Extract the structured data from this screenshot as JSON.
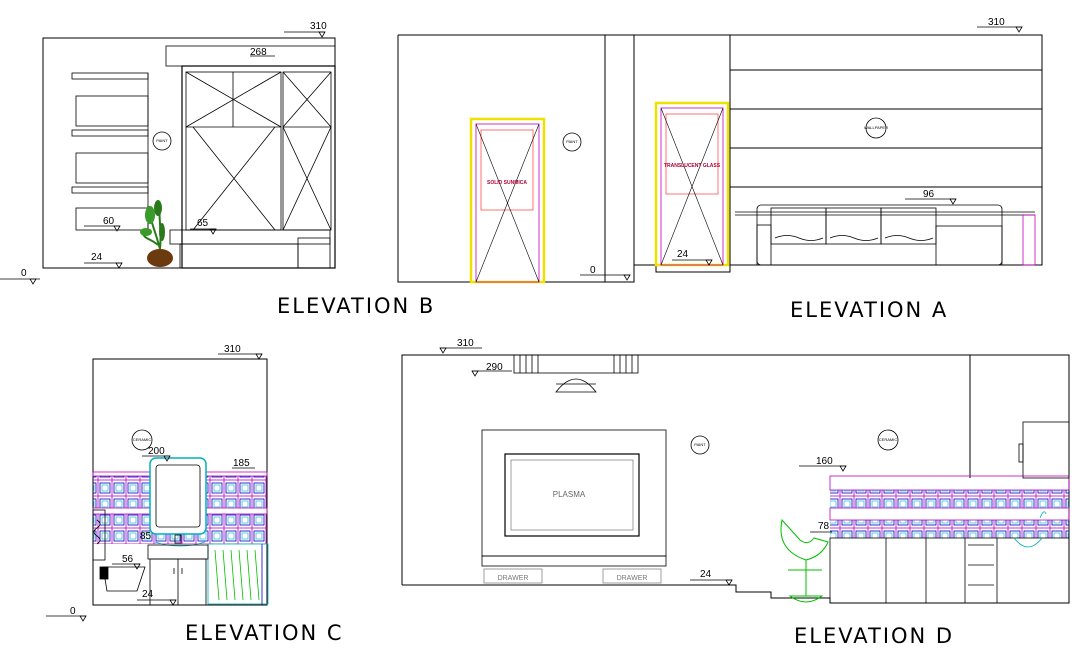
{
  "titles": {
    "b": "ELEVATION B",
    "a": "ELEVATION A",
    "c": "ELEVATION C",
    "d": "ELEVATION D"
  },
  "dims": {
    "b_310": "310",
    "b_268": "268",
    "b_60": "60",
    "b_65": "65",
    "b_24": "24",
    "b_0": "0",
    "a_310": "310",
    "a_96": "96",
    "a_24": "24",
    "a_0": "0",
    "c_310": "310",
    "c_200": "200",
    "c_185": "185",
    "c_85": "85",
    "c_56": "56",
    "c_24": "24",
    "c_0": "0",
    "d_310": "310",
    "d_290": "290",
    "d_160": "160",
    "d_78": "78",
    "d_24": "24"
  },
  "labels": {
    "paint": "PAINT",
    "solid_sunmica": "SOLID SUNMICA",
    "translucent_glass": "TRANSLUCENT GLASS",
    "wallpaper": "WALLPAPER",
    "ceramic": "CERAMIC",
    "plasma": "PLASMA",
    "drawer": "DRAWER"
  },
  "colors": {
    "line": "#000000",
    "door_frame": "#f0e000",
    "magenta": "#c000c0",
    "tile_blue": "#0000c0",
    "cyan": "#00b0c0",
    "green": "#00c000",
    "plant_green": "#2a7a1a",
    "pot_brown": "#6b3a0e"
  }
}
